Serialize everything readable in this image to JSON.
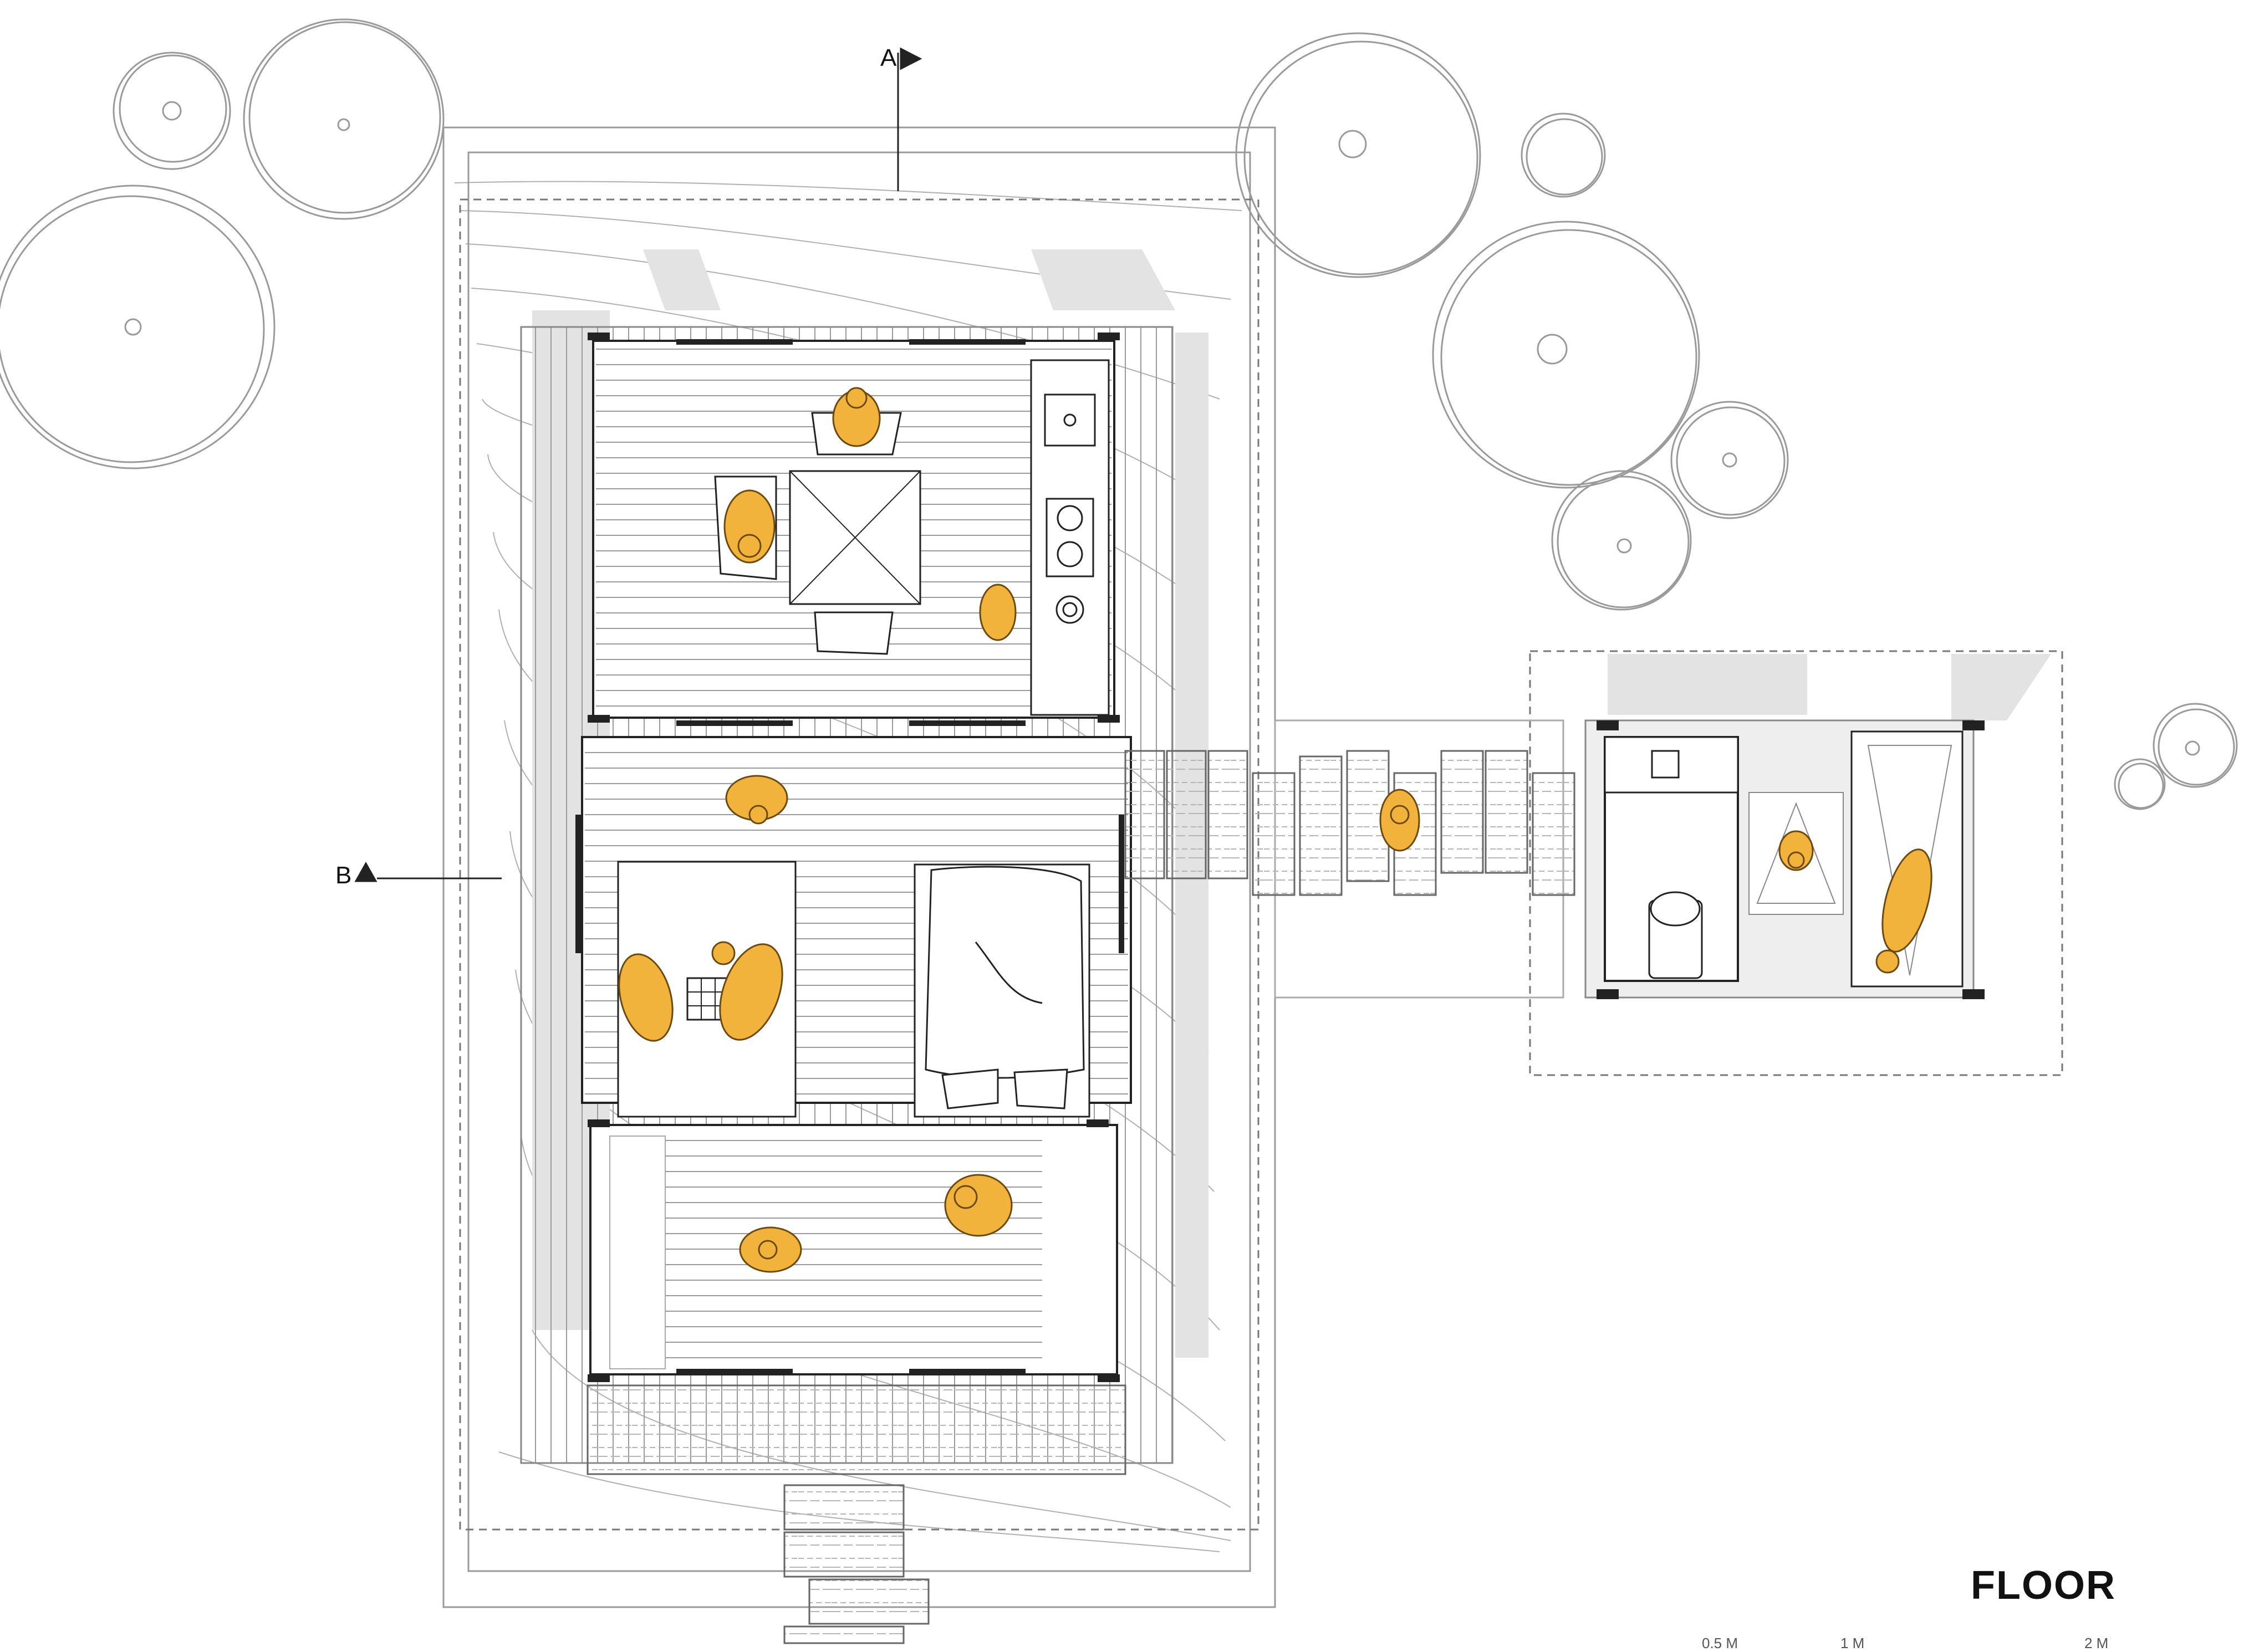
{
  "drawing": {
    "title": "FLOOR",
    "section_a": "A",
    "section_b": "B",
    "scale": {
      "labels": [
        "0.5 M",
        "1 M",
        "2 M"
      ]
    }
  },
  "colors": {
    "line": "#222222",
    "thin_line": "#888888",
    "shadow": "#e3e3e3",
    "figure": "#f2b33d",
    "figure_stroke": "#6b4a10"
  },
  "icons": [
    "tree-icon",
    "person-icon",
    "sink-icon",
    "stove-icon",
    "toilet-icon",
    "bed-icon",
    "section-arrow-icon"
  ]
}
